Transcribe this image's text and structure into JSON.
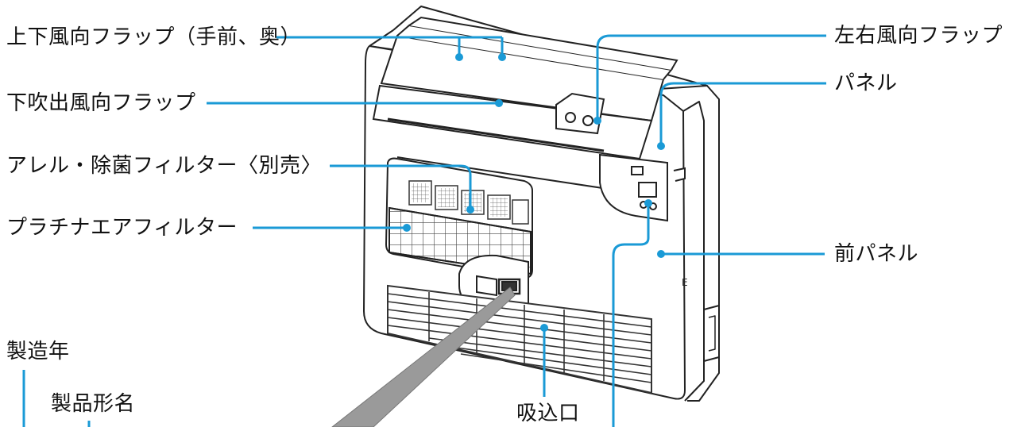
{
  "labels": {
    "vertical_flap": "上下風向フラップ（手前、奥）",
    "lower_outlet_flap": "下吹出風向フラップ",
    "allergen_filter": "アレル・除菌フィルター〈別売〉",
    "platinum_filter": "プラチナエアフィルター",
    "manufacture_year": "製造年",
    "product_model": "製品形名",
    "horizontal_flap": "左右風向フラップ",
    "panel": "パネル",
    "front_panel": "前パネル",
    "intake": "吸込口"
  },
  "colors": {
    "leader": "#1a9ad6",
    "outline": "#222222",
    "pointer": "#9a9a9a"
  }
}
